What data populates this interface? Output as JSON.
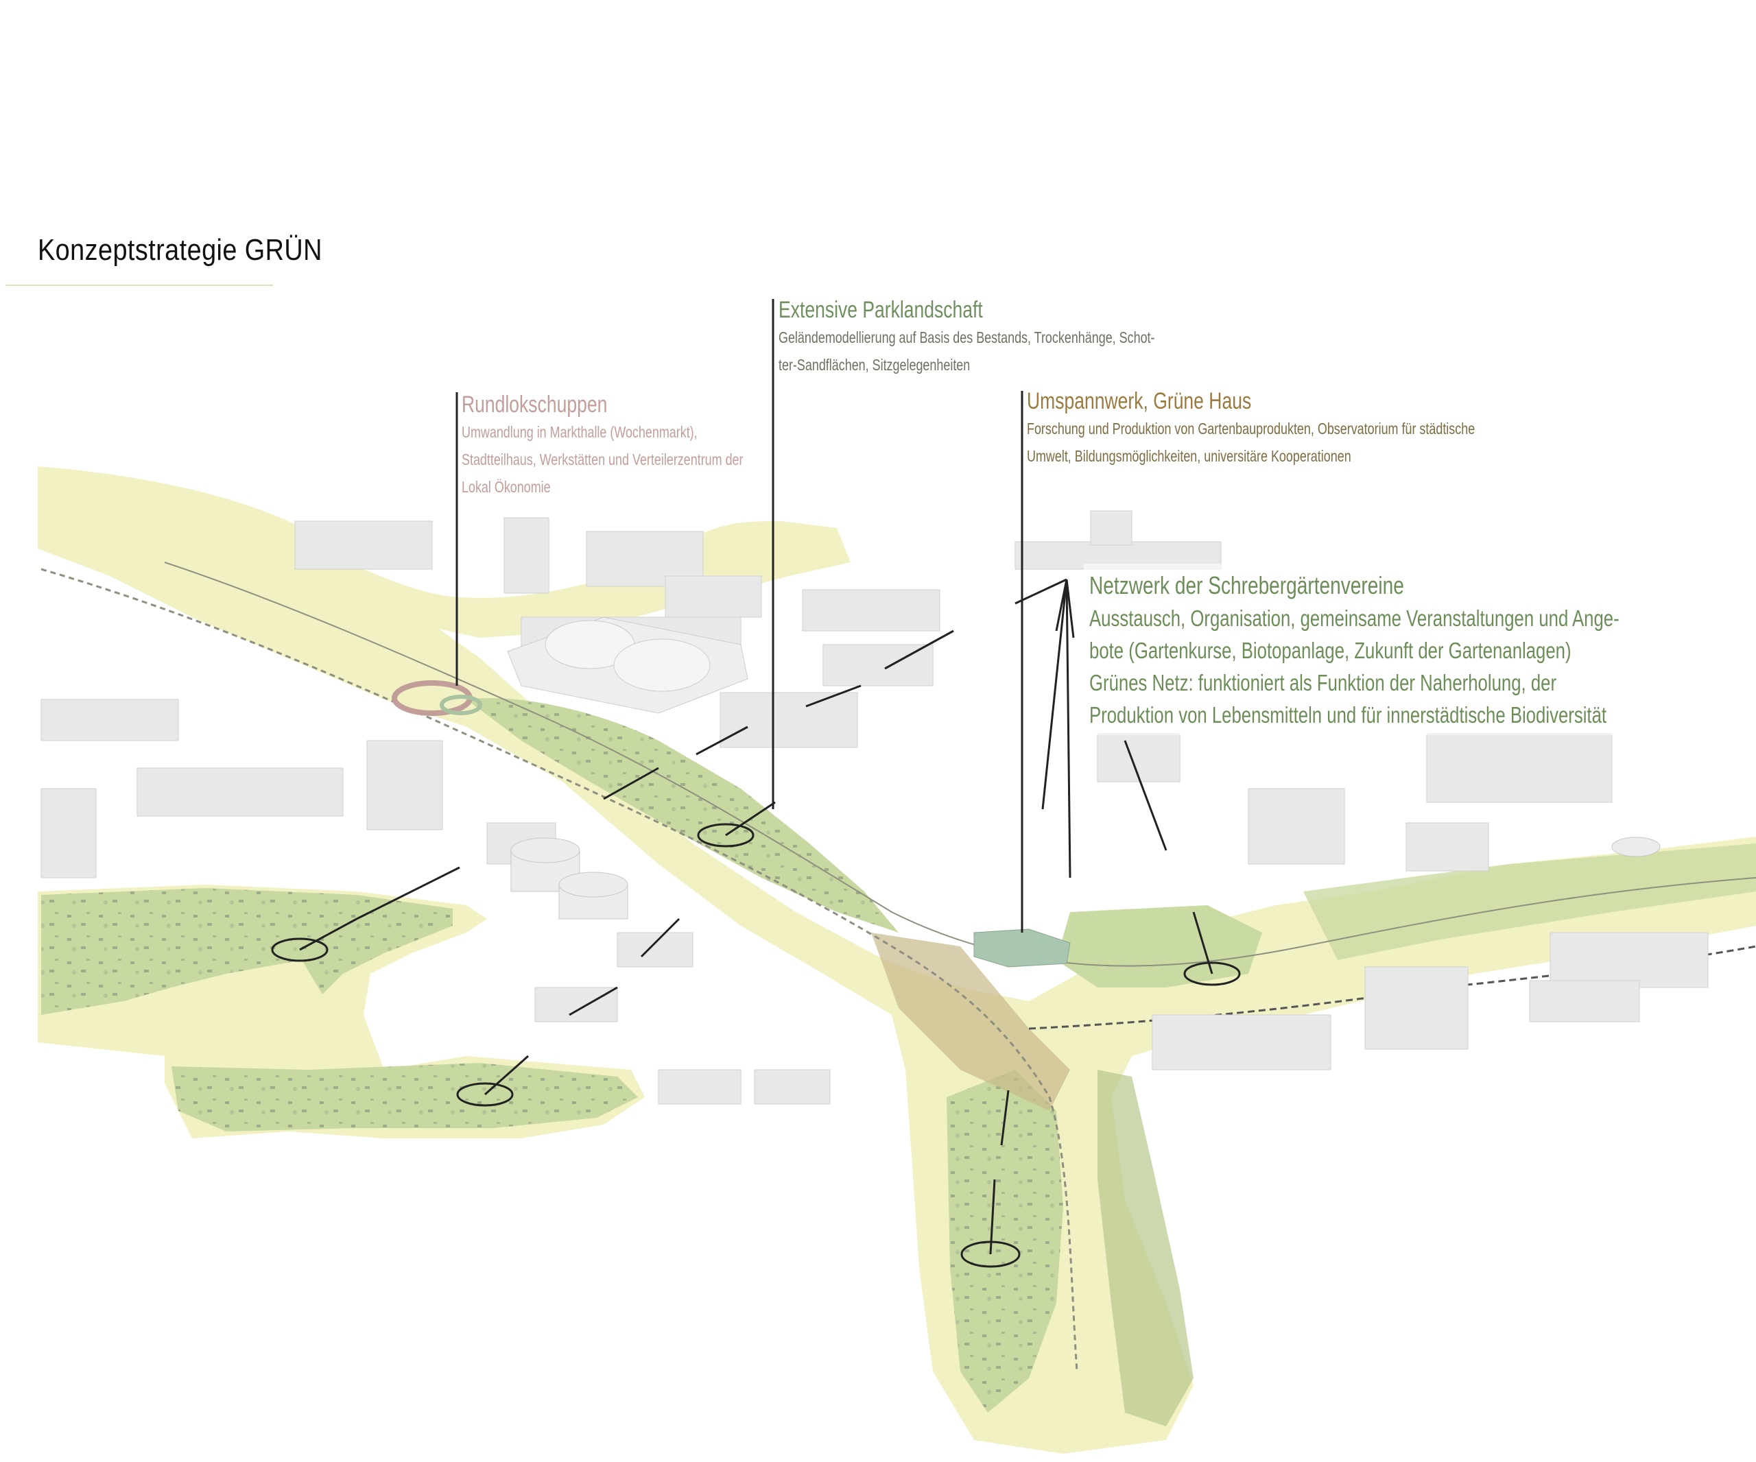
{
  "title": "Konzeptstrategie GRÜN",
  "annotations": [
    {
      "id": "rundlokschuppen",
      "heading": "Rundlokschuppen",
      "lines": [
        "Umwandlung in Markthalle (Wochenmarkt),",
        "Stadtteilhaus, Werkstätten und Verteilerzentrum der",
        "Lokal Ökonomie"
      ],
      "color": "#c29e98"
    },
    {
      "id": "parklandschaft",
      "heading": "Extensive Parklandschaft",
      "lines": [
        "Geländemodellierung auf Basis des Bestands, Trockenhänge, Schot-",
        "ter-Sandflächen, Sitzgelegenheiten"
      ],
      "color": "#6e8f5e"
    },
    {
      "id": "umspannwerk",
      "heading": "Umspannwerk, Grüne Haus",
      "lines": [
        "Forschung und Produktion von Gartenbauprodukten, Observatorium für städtische",
        "Umwelt, Bildungsmöglichkeiten, universitäre Kooperationen"
      ],
      "color": "#9a7a3f"
    },
    {
      "id": "schrebergaerten",
      "heading": "Netzwerk der Schrebergärtenvereine",
      "lines": [
        "Ausstausch, Organisation, gemeinsame Veranstaltungen und Ange-",
        "bote (Gartenkurse, Biotopanlage, Zukunft der Gartenanlagen)",
        "Grünes Netz: funktioniert als Funktion der Naherholung, der",
        "Produktion von Lebensmitteln und für innerstädtische Biodiversität"
      ],
      "color": "#6c8d58"
    }
  ],
  "colors": {
    "parkland": "#f2f1c4",
    "garden_green": "#c9dba2",
    "garden_green_dark": "#a9c386",
    "buildings": "#e6e6e6",
    "building_shadow": "#c8c8c8",
    "rail": "#9a9a8a"
  }
}
